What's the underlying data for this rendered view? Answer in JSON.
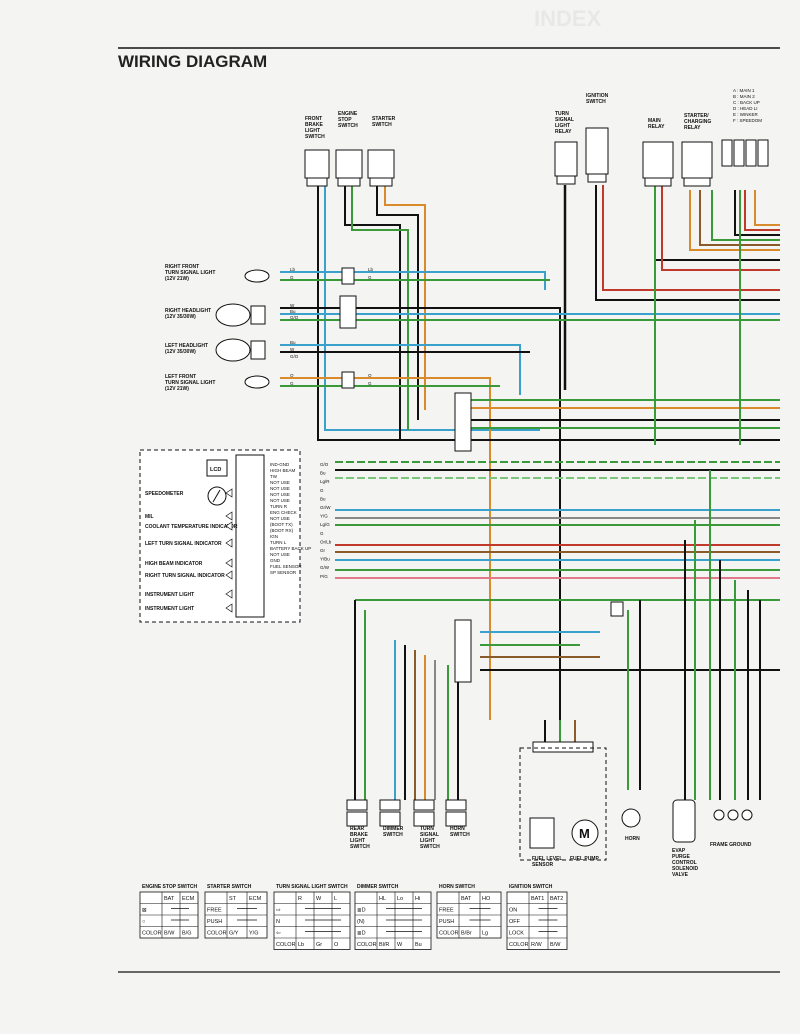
{
  "title": "WIRING DIAGRAM",
  "header_right": "INDEX",
  "index_legend": [
    "A : MAIN 1",
    "B : MAIN 2",
    "C : BACK UP",
    "D : HEAD LI",
    "E : WINKER",
    "F : SPEEDOM"
  ],
  "top_components": [
    {
      "id": "front-brake-switch",
      "label": [
        "FRONT",
        "BRAKE",
        "LIGHT",
        "SWITCH"
      ]
    },
    {
      "id": "engine-stop-switch",
      "label": [
        "ENGINE",
        "STOP",
        "SWITCH"
      ]
    },
    {
      "id": "starter-switch",
      "label": [
        "STARTER",
        "SWITCH"
      ]
    },
    {
      "id": "turn-signal-relay",
      "label": [
        "TURN",
        "SIGNAL",
        "LIGHT",
        "RELAY"
      ]
    },
    {
      "id": "ignition-switch",
      "label": [
        "IGNITION",
        "SWITCH"
      ]
    },
    {
      "id": "main-relay",
      "label": [
        "MAIN",
        "RELAY"
      ]
    },
    {
      "id": "starter-charging-relay",
      "label": [
        "STARTER/",
        "CHARGING",
        "RELAY"
      ]
    }
  ],
  "lights": [
    {
      "id": "right-front-turn",
      "label": [
        "RIGHT FRONT",
        "TURN SIGNAL LIGHT",
        "(12V 21W)"
      ]
    },
    {
      "id": "right-headlight",
      "label": [
        "RIGHT HEADLIGHT",
        "(12V 35/30W)"
      ]
    },
    {
      "id": "left-headlight",
      "label": [
        "LEFT HEADLIGHT",
        "(12V 35/30W)"
      ]
    },
    {
      "id": "left-front-turn",
      "label": [
        "LEFT FRONT",
        "TURN SIGNAL LIGHT",
        "(12V 21W)"
      ]
    }
  ],
  "wire_codes_left": [
    "Lb",
    "G",
    "W",
    "Bu",
    "G/O",
    "Bu",
    "W",
    "G/O",
    "O",
    "G",
    "Lb",
    "G",
    "O",
    "G"
  ],
  "meter": {
    "lcd": "LCD",
    "labels": [
      "SPEEDOMETER",
      "MIL",
      "COOLANT TEMPERATURE INDICATOR",
      "LEFT TURN SIGNAL INDICATOR",
      "HIGH BEAM INDICATOR",
      "RIGHT TURN SIGNAL INDICATOR",
      "INSTRUMENT LIGHT",
      "INSTRUMENT LIGHT"
    ],
    "pins": [
      "IND-GND",
      "HIGH BEAM",
      "TW",
      "NOT USE",
      "NOT USE",
      "NOT USE",
      "NOT USE",
      "TURN R",
      "ENG CHECK",
      "NOT USE",
      "(BOOT TX)",
      "(BOOT RX)",
      "IGN",
      "TURN L",
      "BATTERY BACK UP",
      "NOT USE",
      "GND",
      "FUEL SENSOR",
      "SP SENSOR"
    ],
    "wires": [
      "G/O",
      "Bu",
      "Lg/R",
      "G",
      "Bu",
      "Gr/W",
      "Y/G",
      "Lg/G",
      "G",
      "Or/Lb",
      "Gr",
      "Y/Bu",
      "G/W",
      "P/G"
    ]
  },
  "bottom_components": [
    {
      "id": "rear-brake-switch",
      "label": [
        "REAR",
        "BRAKE",
        "LIGHT",
        "SWITCH"
      ]
    },
    {
      "id": "dimmer-switch",
      "label": [
        "DIMMER",
        "SWITCH"
      ]
    },
    {
      "id": "turn-signal-switch",
      "label": [
        "TURN",
        "SIGNAL",
        "LIGHT",
        "SWITCH"
      ]
    },
    {
      "id": "horn-switch",
      "label": [
        "HORN",
        "SWITCH"
      ]
    },
    {
      "id": "fuel-level-sensor",
      "label": [
        "FUEL LEVEL",
        "SENSOR"
      ]
    },
    {
      "id": "fuel-pump",
      "label": [
        "FUEL PUMP"
      ]
    },
    {
      "id": "horn",
      "label": [
        "HORN"
      ]
    },
    {
      "id": "evap-valve",
      "label": [
        "EVAP",
        "PURGE",
        "CONTROL",
        "SOLENOID",
        "VALVE"
      ]
    },
    {
      "id": "frame-ground",
      "label": [
        "FRAME GROUND"
      ]
    }
  ],
  "tables": [
    {
      "title": "ENGINE STOP SWITCH",
      "cols": [
        "BAT",
        "ECM"
      ],
      "rows": [
        [
          "⊠",
          ""
        ],
        [
          "○",
          ""
        ],
        [
          "COLOR",
          "B/W",
          "B/G"
        ]
      ]
    },
    {
      "title": "STARTER SWITCH",
      "cols": [
        "ST",
        "ECM"
      ],
      "rows": [
        [
          "FREE",
          ""
        ],
        [
          "PUSH",
          ""
        ],
        [
          "COLOR",
          "G/Y",
          "Y/G"
        ]
      ]
    },
    {
      "title": "TURN SIGNAL LIGHT SWITCH",
      "cols": [
        "R",
        "W",
        "L"
      ],
      "rows": [
        [
          "⇨",
          ""
        ],
        [
          "N",
          ""
        ],
        [
          "⇦",
          ""
        ],
        [
          "COLOR",
          "Lb",
          "Gr",
          "O"
        ]
      ]
    },
    {
      "title": "DIMMER SWITCH",
      "cols": [
        "HL",
        "Lo",
        "Hi"
      ],
      "rows": [
        [
          "≣D",
          ""
        ],
        [
          "(N)",
          ""
        ],
        [
          "≣D",
          ""
        ],
        [
          "COLOR",
          "Bl/R",
          "W",
          "Bu"
        ]
      ]
    },
    {
      "title": "HORN SWITCH",
      "cols": [
        "BAT",
        "HO"
      ],
      "rows": [
        [
          "FREE",
          ""
        ],
        [
          "PUSH",
          ""
        ],
        [
          "COLOR",
          "B/Br",
          "Lg"
        ]
      ]
    },
    {
      "title": "IGNITION SWITCH",
      "cols": [
        "BAT1",
        "BAT2"
      ],
      "rows": [
        [
          "ON",
          ""
        ],
        [
          "OFF",
          ""
        ],
        [
          "LOCK",
          ""
        ],
        [
          "COLOR",
          "R/W",
          "B/W"
        ]
      ]
    }
  ],
  "colors": {
    "paper": "#f4f4f2",
    "ink": "#111111",
    "green": "#3a9a3a",
    "blue": "#3aa0cc",
    "orange": "#d98a2a",
    "red": "#c0392b",
    "brown": "#8a5a2a",
    "gray": "#888888",
    "lightgreen": "#7cc57c",
    "pink": "#e07a8a"
  }
}
